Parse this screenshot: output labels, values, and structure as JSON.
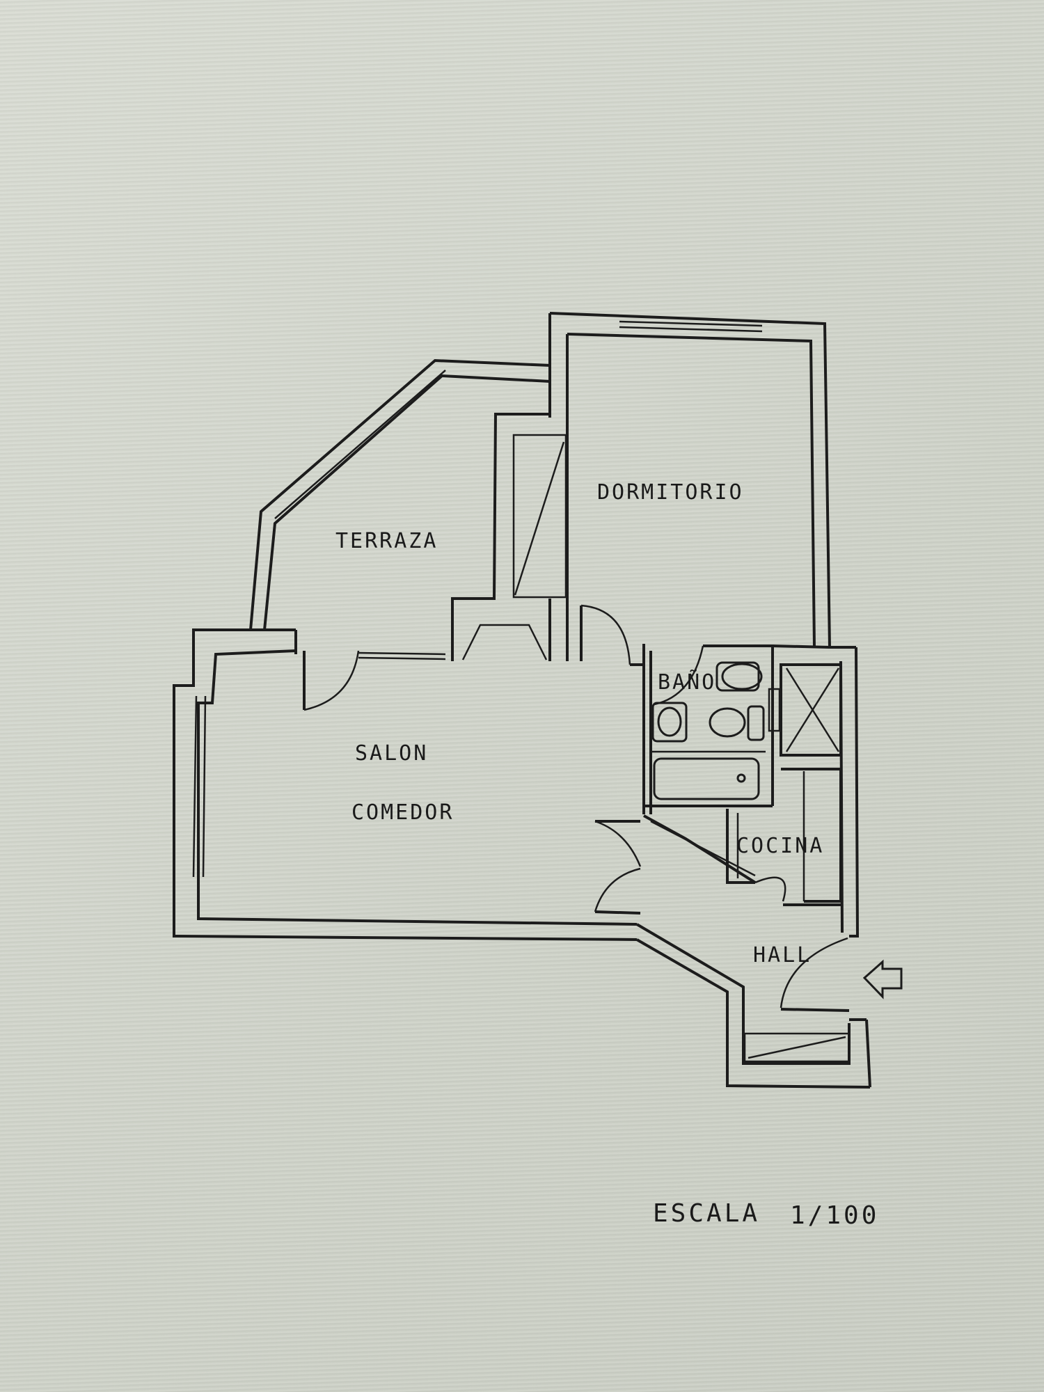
{
  "rooms": {
    "terraza": "TERRAZA",
    "dormitorio": "DORMITORIO",
    "bano": "BAÑO",
    "salon": "SALON",
    "comedor": "COMEDOR",
    "cocina": "COCINA",
    "hall": "HALL"
  },
  "scale": {
    "label": "ESCALA",
    "value": "1/100"
  },
  "colors": {
    "paper": "#d6d9d0",
    "ink": "#1c1c1c"
  },
  "icons": {
    "entrance": "entrance-arrow-icon"
  }
}
